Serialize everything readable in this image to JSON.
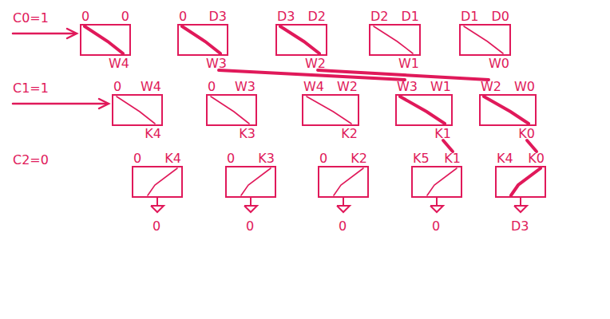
{
  "diagram": {
    "nodes": [
      {
        "text": [
          "0",
          "0",
          "W4"
        ]
      },
      {
        "text": [
          "0",
          "D3",
          "W3"
        ]
      },
      {
        "text": [
          "D3",
          "D2",
          "W2"
        ]
      },
      {
        "text": [
          "D2",
          "D1",
          "W1"
        ]
      },
      {
        "text": [
          "D1",
          "D0",
          "W0"
        ]
      },
      {
        "text": [
          "0",
          "W4",
          "K4"
        ]
      },
      {
        "text": [
          "0",
          "W3",
          "K3"
        ]
      },
      {
        "text": [
          "W4",
          "W2",
          "K2"
        ]
      },
      {
        "text": [
          "W3",
          "W1",
          "K1"
        ]
      },
      {
        "text": [
          "W2",
          "W0",
          "K0"
        ]
      },
      {
        "text": [
          "0",
          "K4"
        ]
      },
      {
        "text": [
          "0",
          "K3"
        ]
      },
      {
        "text": [
          "0",
          "K2"
        ]
      },
      {
        "text": [
          "K5",
          "K1"
        ]
      },
      {
        "text": [
          "K4",
          "K0"
        ]
      }
    ],
    "edges": [
      {
        "from": 1,
        "to": 8,
        "arrow": "none"
      },
      {
        "from": 2,
        "to": 9,
        "arrow": "none"
      },
      {
        "from": 8,
        "to": 13,
        "arrow": "none"
      },
      {
        "from": 9,
        "to": 14,
        "arrow": "none"
      }
    ],
    "labels": [
      "C0=1",
      "C1=1",
      "C2=0",
      "0",
      "0",
      "0",
      "0",
      "D3"
    ]
  }
}
